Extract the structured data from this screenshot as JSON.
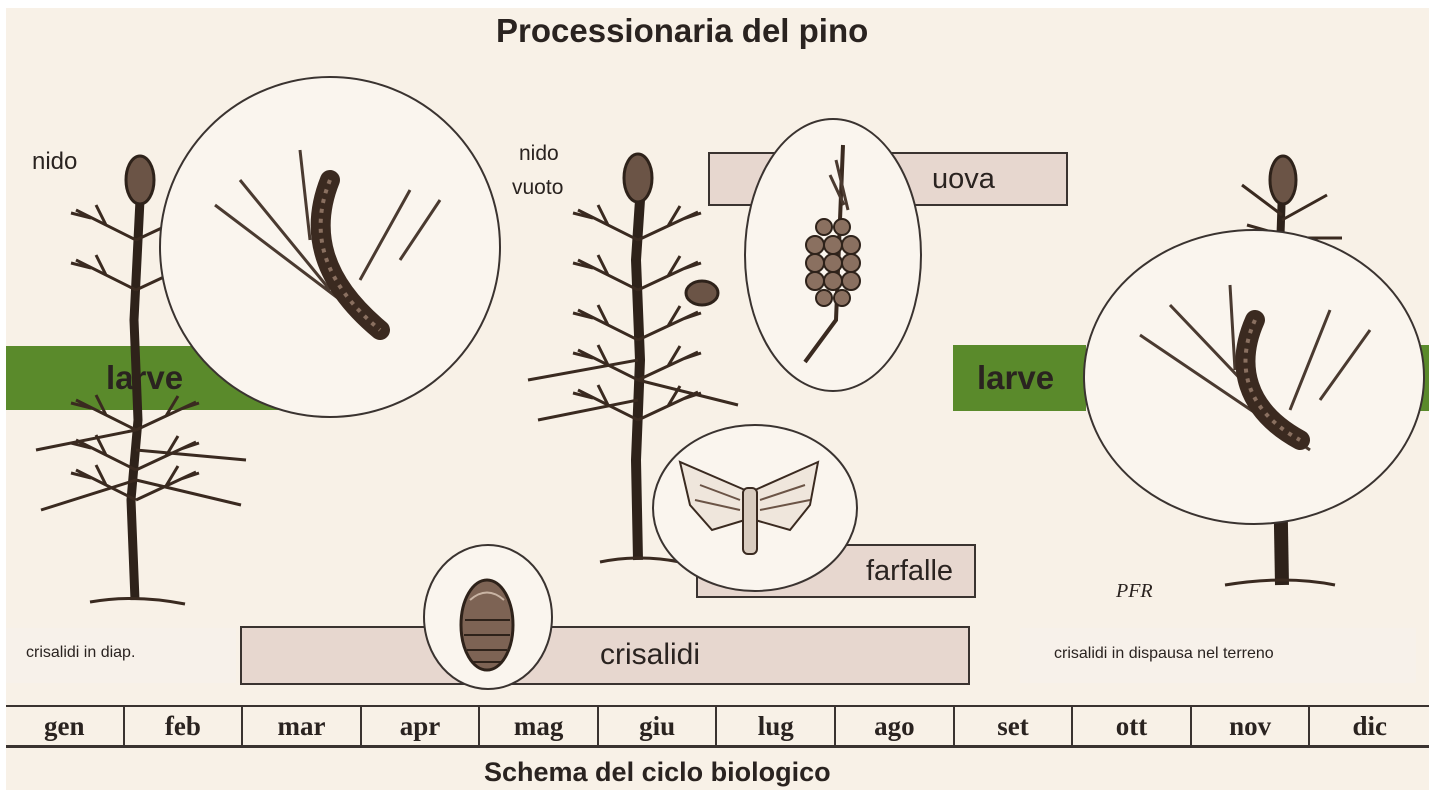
{
  "title": "Processionaria del pino",
  "footer": "Schema del ciclo biologico",
  "labels": {
    "nido": "nido",
    "nido_vuoto_1": "nido",
    "nido_vuoto_2": "vuoto"
  },
  "bars": {
    "larve_left": "larve",
    "larve_right": "larve",
    "uova": "uova",
    "farfalle": "farfalle",
    "crisalidi": "crisalidi",
    "crisalidi_diap": "crisalidi in diap.",
    "crisalidi_dispausa": "crisalidi in dispausa nel terreno"
  },
  "months": [
    "gen",
    "feb",
    "mar",
    "apr",
    "mag",
    "giu",
    "lug",
    "ago",
    "set",
    "ott",
    "nov",
    "dic"
  ],
  "signature": "PFR",
  "colors": {
    "background": "#f8f1e7",
    "larve_green": "#5a8a2b",
    "bar_pink": "#e7d7cf",
    "ink": "#2a2320"
  },
  "icons": [
    "tree-icon",
    "caterpillar-icon",
    "egg-cluster-icon",
    "moth-icon",
    "pupa-icon",
    "nest-icon"
  ]
}
